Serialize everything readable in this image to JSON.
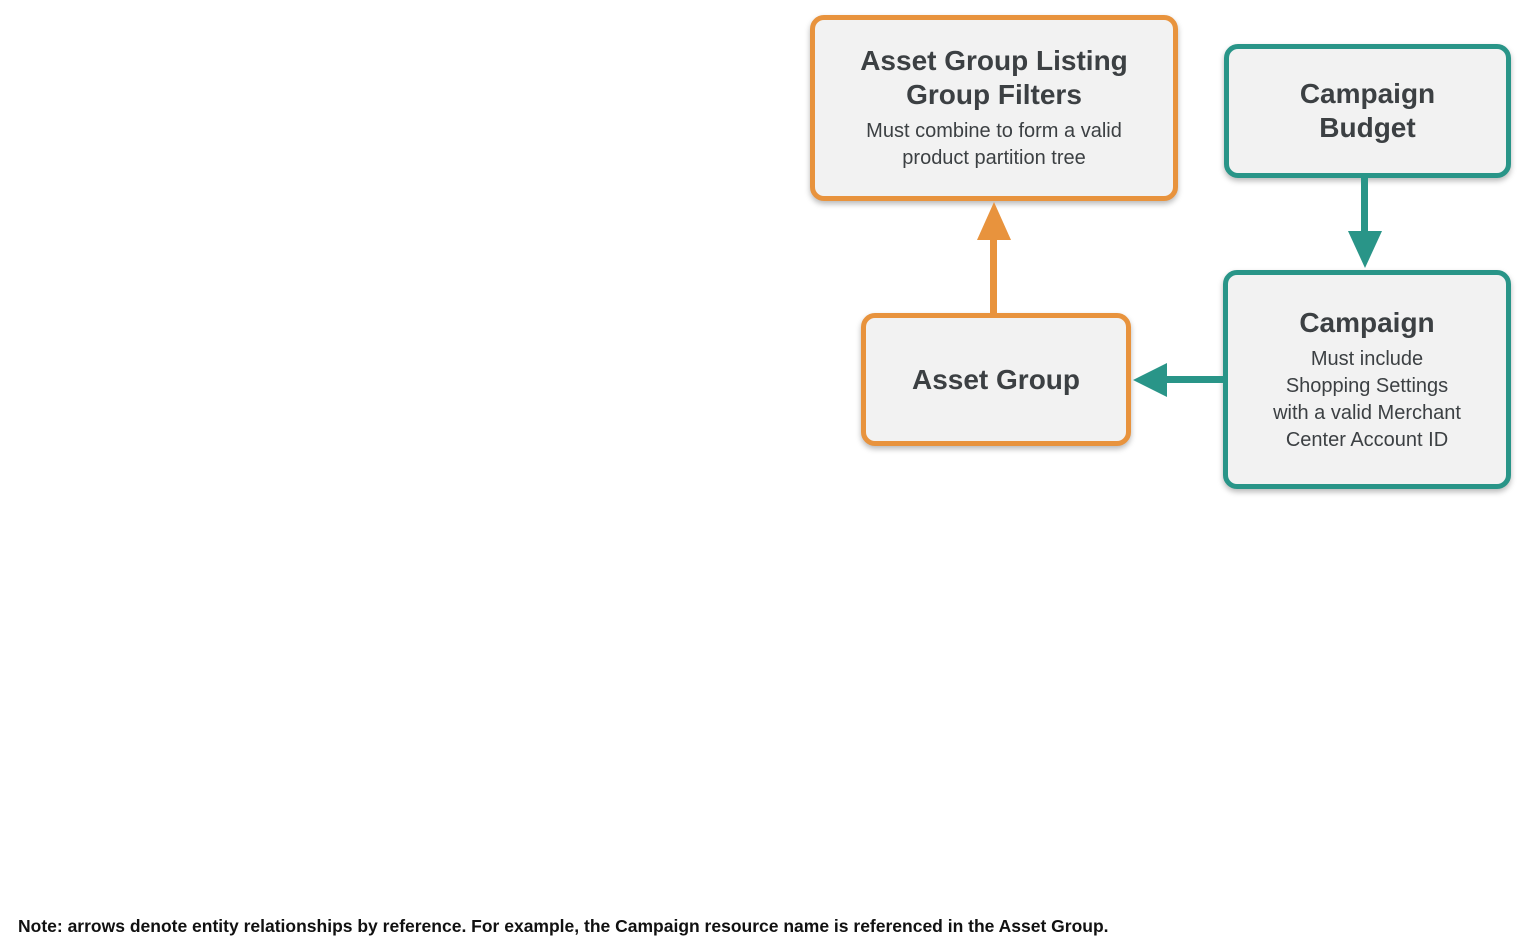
{
  "colors": {
    "orange": "#E8933D",
    "teal": "#299588",
    "box_fill": "#F2F2F2",
    "box_text": "#3C4043",
    "note_text": "#111111"
  },
  "diagram": {
    "nodes": {
      "listing_group_filters": {
        "title": "Asset Group Listing\nGroup Filters",
        "subtitle": "Must combine to form a valid\nproduct partition tree",
        "accent": "orange"
      },
      "campaign_budget": {
        "title": "Campaign\nBudget",
        "accent": "teal"
      },
      "asset_group": {
        "title": "Asset Group",
        "accent": "orange"
      },
      "campaign": {
        "title": "Campaign",
        "subtitle": "Must include\nShopping Settings\nwith a valid Merchant\nCenter Account ID",
        "accent": "teal"
      }
    },
    "edges": [
      {
        "from": "asset_group",
        "to": "listing_group_filters",
        "color": "orange",
        "direction": "up"
      },
      {
        "from": "campaign_budget",
        "to": "campaign",
        "color": "teal",
        "direction": "down"
      },
      {
        "from": "campaign",
        "to": "asset_group",
        "color": "teal",
        "direction": "left"
      }
    ]
  },
  "note": "Note: arrows denote entity relationships by reference. For example, the Campaign resource name is referenced in the Asset Group."
}
